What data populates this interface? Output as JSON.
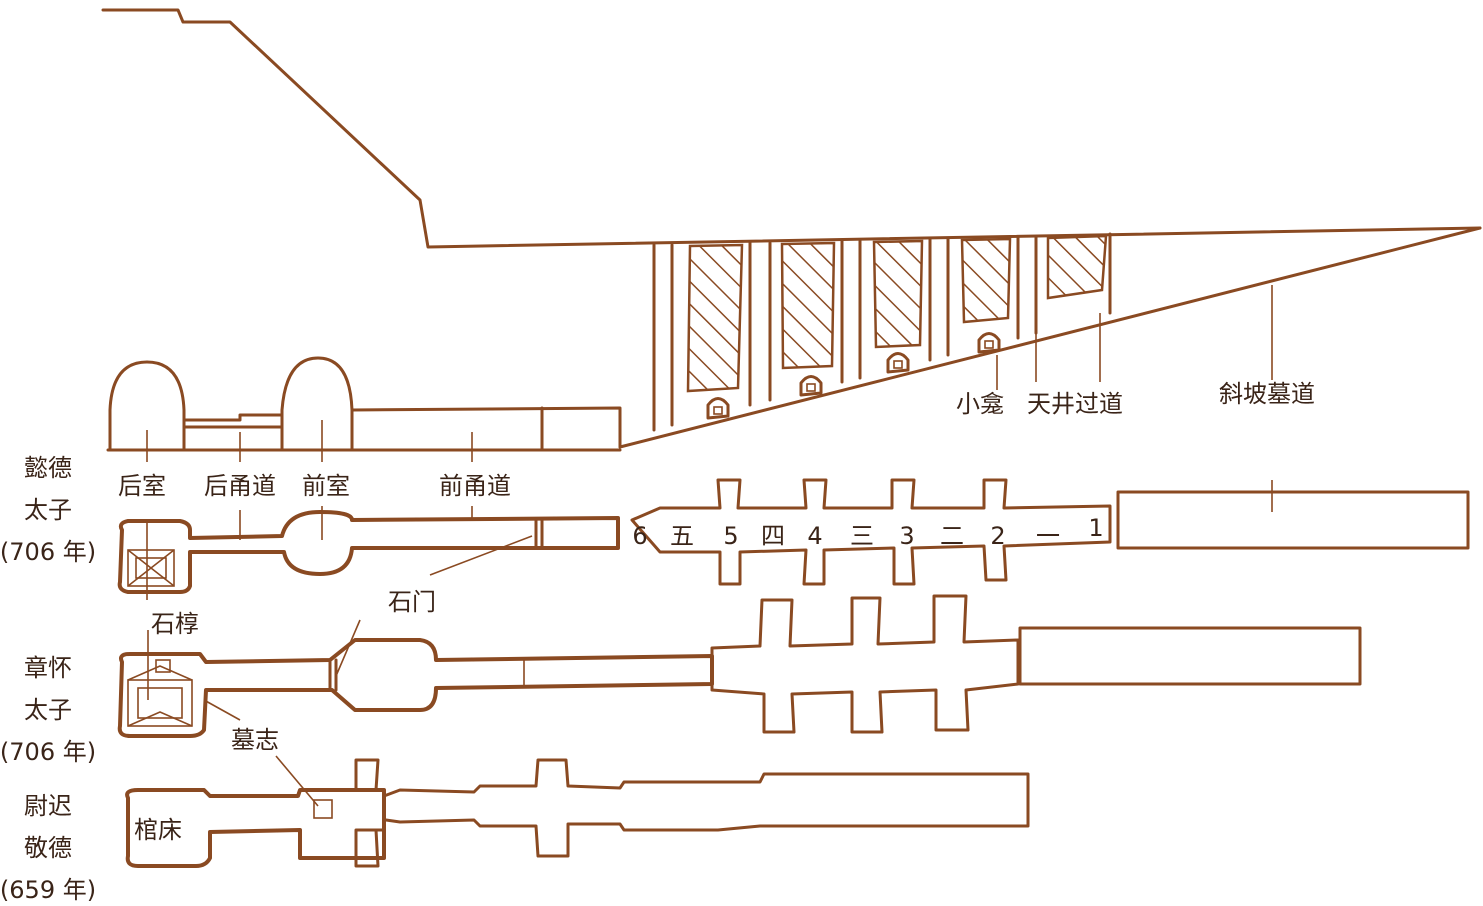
{
  "profile_labels": {
    "niche": "小龛",
    "shaft_passage": "天井过道",
    "ramp": "斜坡墓道"
  },
  "chamber_labels": {
    "rear_chamber": "后室",
    "rear_corridor": "后甬道",
    "front_chamber": "前室",
    "front_corridor": "前甬道"
  },
  "plan_labels": {
    "stone_door": "石门",
    "stone_sarcophagus": "石椁",
    "epitaph": "墓志",
    "coffin_bed": "棺床"
  },
  "tombs": [
    {
      "name_line1": "懿德",
      "name_line2": "太子",
      "year": "(706 年)"
    },
    {
      "name_line1": "章怀",
      "name_line2": "太子",
      "year": "(706 年)"
    },
    {
      "name_line1": "尉迟",
      "name_line2": "敬德",
      "year": "(659 年)"
    }
  ],
  "shaft_numbers": [
    "6",
    "5",
    "4",
    "3",
    "2",
    "1"
  ],
  "passage_numerals": [
    "五",
    "四",
    "三",
    "二",
    "一"
  ]
}
